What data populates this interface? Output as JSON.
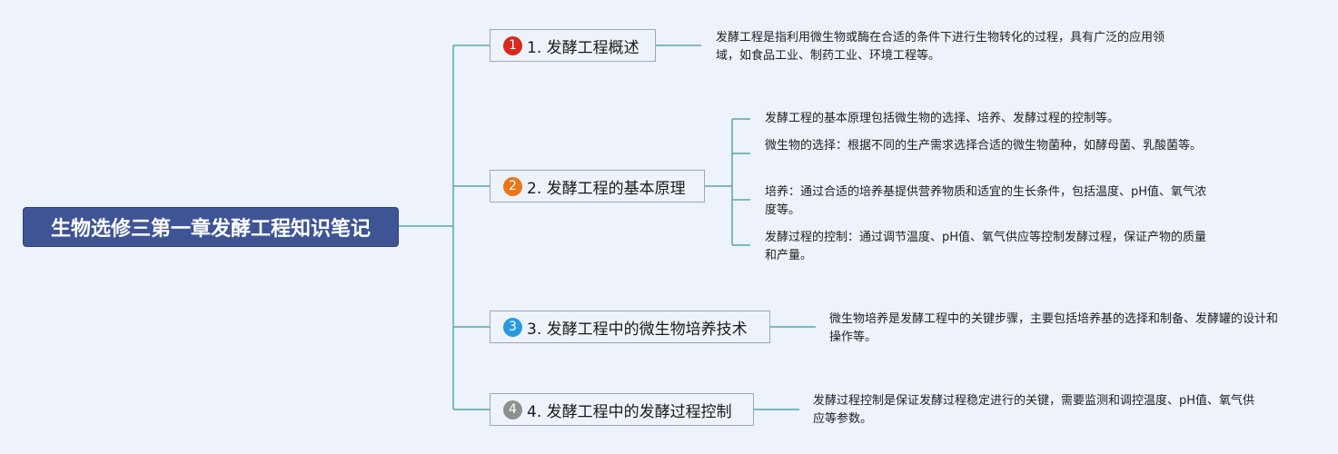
{
  "root": {
    "title": "生物选修三第一章发酵工程知识笔记"
  },
  "topics": [
    {
      "number": "1",
      "label": "1. 发酵工程概述",
      "badge_color": "#d9281e",
      "notes": [
        "发酵工程是指利用微生物或酶在合适的条件下进行生物转化的过程，具有广泛的应用领域，如食品工业、制药工业、环境工程等。"
      ]
    },
    {
      "number": "2",
      "label": "2. 发酵工程的基本原理",
      "badge_color": "#e9751c",
      "notes": [
        "发酵工程的基本原理包括微生物的选择、培养、发酵过程的控制等。",
        "微生物的选择：根据不同的生产需求选择合适的微生物菌种，如酵母菌、乳酸菌等。",
        "培养：通过合适的培养基提供营养物质和适宜的生长条件，包括温度、pH值、氧气浓度等。",
        "发酵过程的控制：通过调节温度、pH值、氧气供应等控制发酵过程，保证产物的质量和产量。"
      ]
    },
    {
      "number": "3",
      "label": "3. 发酵工程中的微生物培养技术",
      "badge_color": "#2a9ae0",
      "notes": [
        "微生物培养是发酵工程中的关键步骤，主要包括培养基的选择和制备、发酵罐的设计和操作等。"
      ]
    },
    {
      "number": "4",
      "label": "4. 发酵工程中的发酵过程控制",
      "badge_color": "#8f8f8f",
      "notes": [
        "发酵过程控制是保证发酵过程稳定进行的关键，需要监测和调控温度、pH值、氧气供应等参数。"
      ]
    }
  ],
  "colors": {
    "connector": "#5aa6a6",
    "root_fill": "#3f5495",
    "background": "#edf2fb"
  }
}
